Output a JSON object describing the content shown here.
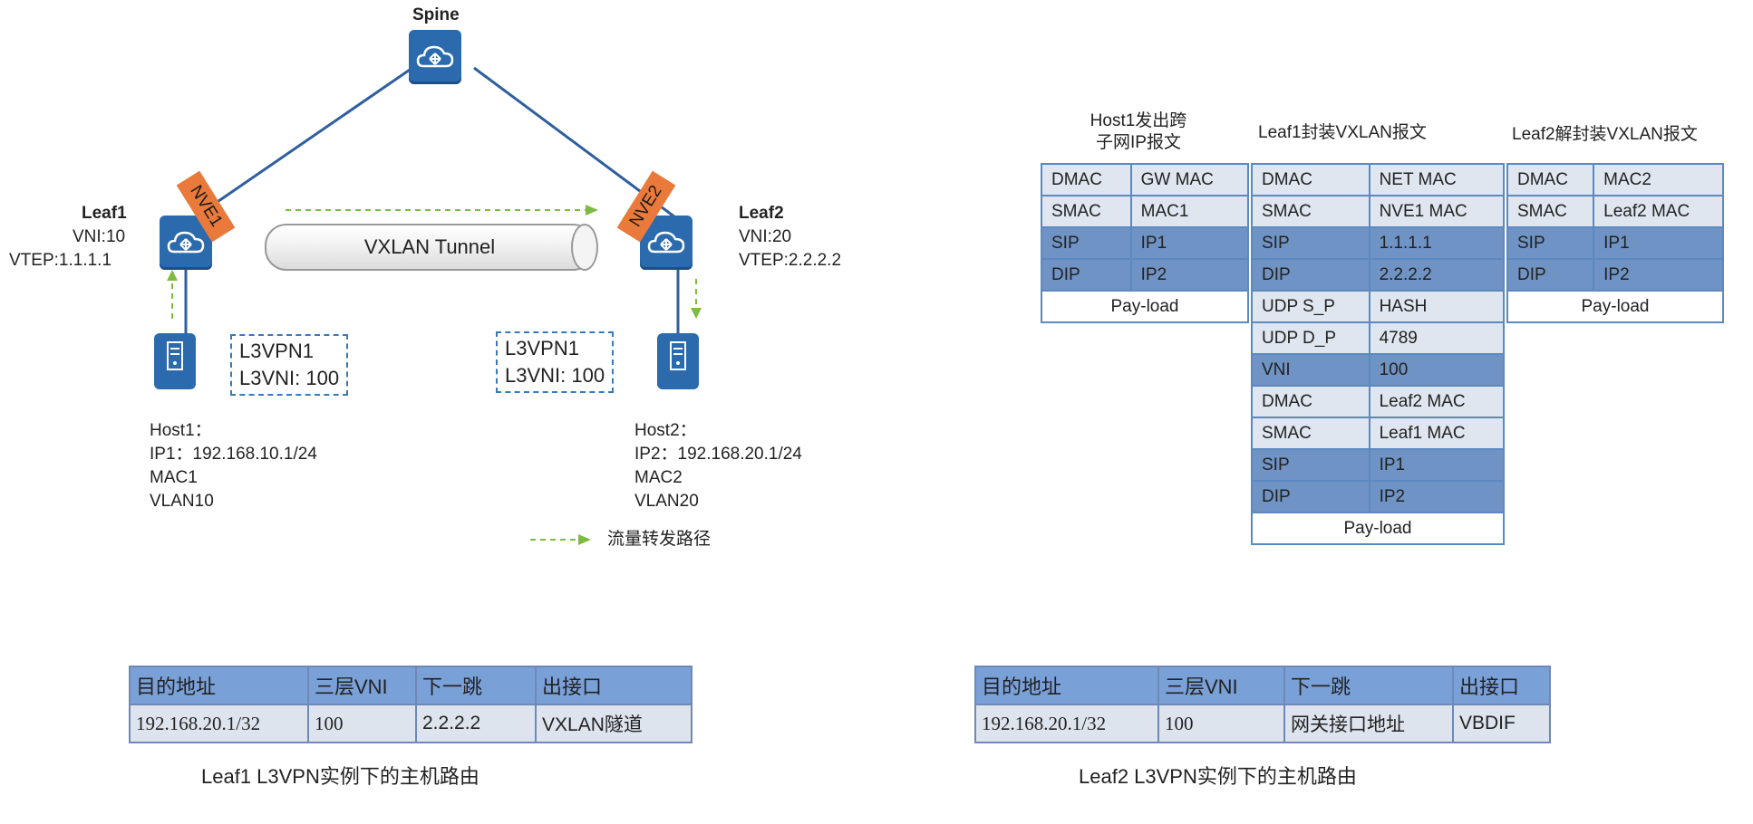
{
  "topology": {
    "spine": {
      "label": "Spine"
    },
    "leaf1": {
      "name": "Leaf1",
      "vni": "VNI:10",
      "vtep": "VTEP:1.1.1.1",
      "nve": "NVE1"
    },
    "leaf2": {
      "name": "Leaf2",
      "vni": "VNI:20",
      "vtep": "VTEP:2.2.2.2",
      "nve": "NVE2"
    },
    "tunnel": {
      "label": "VXLAN Tunnel"
    },
    "vpn_left": {
      "name": "L3VPN1",
      "vni": "L3VNI: 100"
    },
    "vpn_right": {
      "name": "L3VPN1",
      "vni": "L3VNI: 100"
    },
    "host1": {
      "lines": [
        "Host1：",
        "IP1：192.168.10.1/24",
        "MAC1",
        "VLAN10"
      ]
    },
    "host2": {
      "lines": [
        "Host2：",
        "IP2：192.168.20.1/24",
        "MAC2",
        "VLAN20"
      ]
    },
    "legend": {
      "label": "流量转发路径"
    },
    "colors": {
      "device": "#2a6aad",
      "link": "#2f5f9e",
      "nve": "#ea7a3b",
      "flow": "#7dbb42"
    }
  },
  "packets": {
    "host1": {
      "title": [
        "Host1发出跨",
        "子网IP报文"
      ],
      "rows": [
        [
          "DMAC",
          "GW MAC"
        ],
        [
          "SMAC",
          "MAC1"
        ],
        [
          "SIP",
          "IP1"
        ],
        [
          "DIP",
          "IP2"
        ]
      ],
      "payload": "Pay-load"
    },
    "leaf1": {
      "title": [
        "Leaf1封装VXLAN报文"
      ],
      "rows": [
        [
          "DMAC",
          "NET MAC"
        ],
        [
          "SMAC",
          "NVE1 MAC"
        ],
        [
          "SIP",
          "1.1.1.1"
        ],
        [
          "DIP",
          "2.2.2.2"
        ],
        [
          "UDP S_P",
          "HASH"
        ],
        [
          "UDP D_P",
          "4789"
        ],
        [
          "VNI",
          "100"
        ],
        [
          "DMAC",
          "Leaf2 MAC"
        ],
        [
          "SMAC",
          "Leaf1 MAC"
        ],
        [
          "SIP",
          "IP1"
        ],
        [
          "DIP",
          "IP2"
        ]
      ],
      "payload": "Pay-load"
    },
    "leaf2": {
      "title": [
        "Leaf2解封装VXLAN报文"
      ],
      "rows": [
        [
          "DMAC",
          "MAC2"
        ],
        [
          "SMAC",
          "Leaf2 MAC"
        ],
        [
          "SIP",
          "IP1"
        ],
        [
          "DIP",
          "IP2"
        ]
      ],
      "payload": "Pay-load"
    }
  },
  "routes": {
    "leaf1": {
      "headers": [
        "目的地址",
        "三层VNI",
        "下一跳",
        "出接口"
      ],
      "row": [
        "192.168.20.1/32",
        "100",
        "2.2.2.2",
        "VXLAN隧道"
      ],
      "caption": "Leaf1 L3VPN实例下的主机路由"
    },
    "leaf2": {
      "headers": [
        "目的地址",
        "三层VNI",
        "下一跳",
        "出接口"
      ],
      "row": [
        "192.168.20.1/32",
        "100",
        "网关接口地址",
        "VBDIF"
      ],
      "caption": "Leaf2 L3VPN实例下的主机路由"
    }
  }
}
